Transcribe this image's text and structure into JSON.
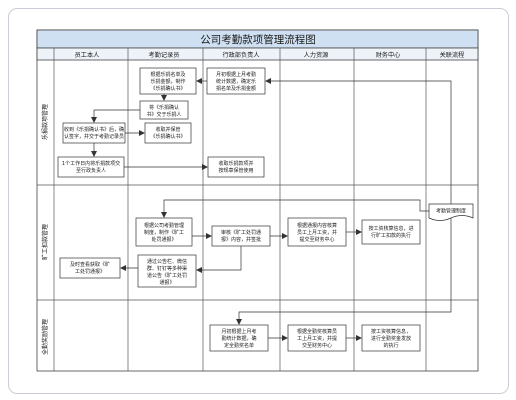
{
  "title": "公司考勤款项管理流程图",
  "columns": [
    "员工本人",
    "考勤记录员",
    "行政部负责人",
    "人力资源",
    "财务中心",
    "关联流程"
  ],
  "lanes": [
    "乐捐款项管理",
    "旷工扣款管理",
    "全勤奖励管理"
  ],
  "boxes": {
    "b1": [
      "根据乐捐名单及",
      "乐捐金额，制作",
      "《乐捐确认书》"
    ],
    "b2": [
      "月初根据上月考勤",
      "统计数据，确定乐",
      "捐名单及乐捐金额"
    ],
    "b3": [
      "将《乐捐确认",
      "书》交于乐捐人"
    ],
    "b4": [
      "收到《乐捐确认书》后，确",
      "认签字，并交于考勤记录员"
    ],
    "b5": [
      "收取并保管",
      "《乐捐确认书》"
    ],
    "b6": [
      "1个工作日内将乐捐款项交",
      "至行政负责人"
    ],
    "b7": [
      "收取乐捐款项并",
      "按规章保管使用"
    ],
    "b8": [
      "根据公司考勤管理",
      "制度，制作《旷工",
      "处罚通报》"
    ],
    "b9": [
      "审核《旷工处罚通",
      "报》内容，并签批"
    ],
    "b10": [
      "根据通报内容核算",
      "员工上月工资，并",
      "提交至财务中心"
    ],
    "b11": [
      "按工资核算信息，进",
      "行旷工扣款的执行"
    ],
    "b12": [
      "通过公告栏、微信",
      "群、钉钉等多种渠",
      "道公告《旷工处罚",
      "通报》"
    ],
    "b13": [
      "及时查看获取《旷",
      "工处罚通报》"
    ],
    "b14": [
      "月初根据上月考",
      "勤统计数据，确",
      "定全勤奖名单"
    ],
    "b15": [
      "根据全勤奖核算员",
      "工上月工资，并提",
      "交至财务中心"
    ],
    "b16": [
      "按工资核算信息，",
      "进行全勤奖金发放",
      "的执行"
    ],
    "doc": "考勤管理制度"
  }
}
